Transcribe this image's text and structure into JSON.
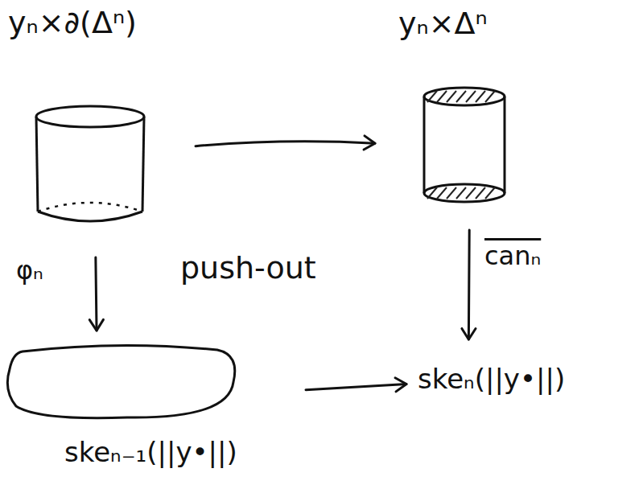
{
  "diagram": {
    "nodes": [
      {
        "text": [
          "yₙ×∂(Δⁿ)"
        ]
      },
      {
        "text": [
          "yₙ×Δⁿ"
        ]
      },
      {
        "text": [
          "skeₙ₋₁(||y•||)"
        ]
      },
      {
        "text": [
          "skeₙ(||y•||)"
        ]
      }
    ],
    "edges": [
      {
        "from": 0,
        "to": 1,
        "arrow": "to"
      },
      {
        "from": 0,
        "to": 2,
        "arrow": "to",
        "label": "φₙ"
      },
      {
        "from": 1,
        "to": 3,
        "arrow": "to",
        "label": "canₙ"
      },
      {
        "from": 2,
        "to": 3,
        "arrow": "to"
      }
    ],
    "labels": [
      "push-out"
    ]
  }
}
